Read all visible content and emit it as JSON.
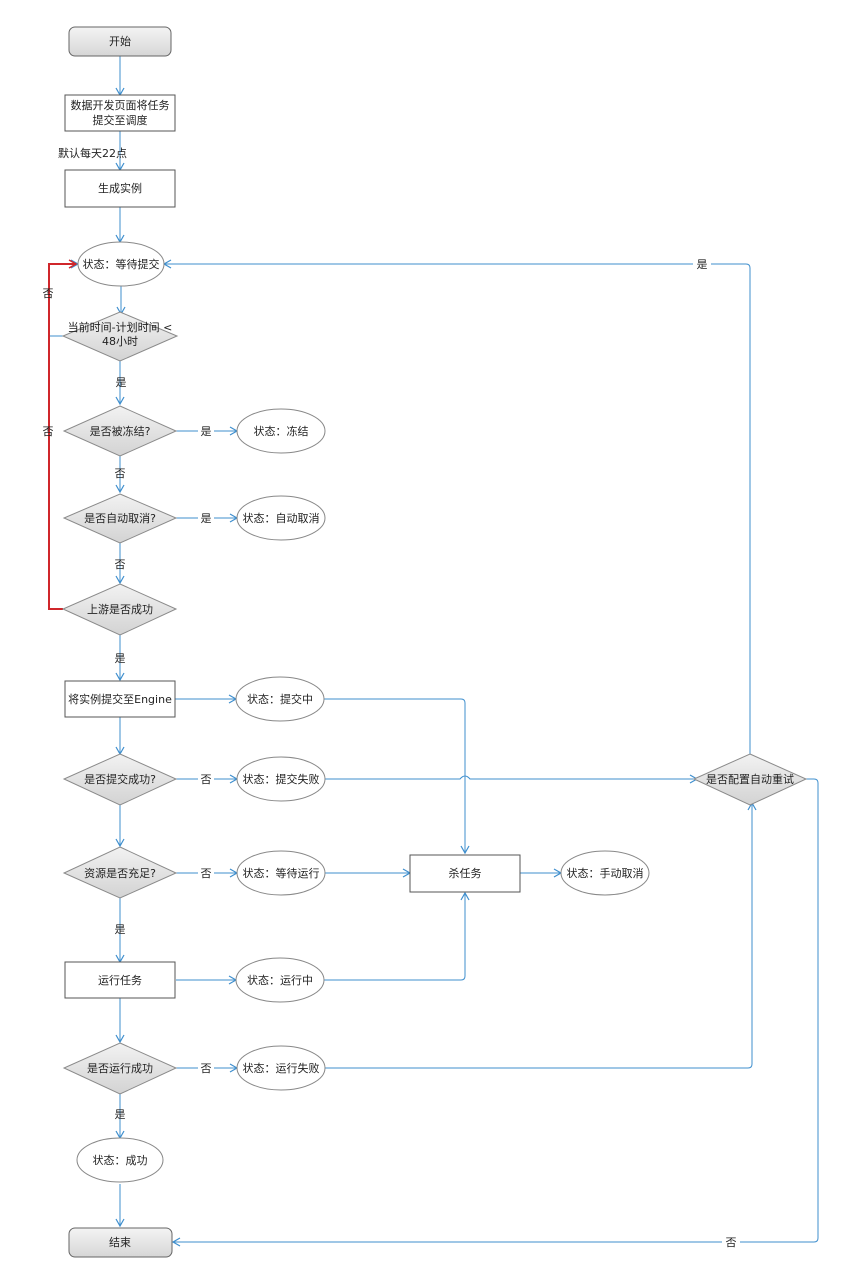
{
  "nodes": {
    "start": "开始",
    "submit_1": "数据开发页面将任务",
    "submit_2": "提交至调度",
    "generate": "生成实例",
    "wait_submit": "状态：等待提交",
    "time_check_1": "当前时间-计划时间 <",
    "time_check_2": "48小时",
    "frozen_q": "是否被冻结?",
    "frozen_state": "状态：冻结",
    "autocancel_q": "是否自动取消?",
    "autocancel_state": "状态：自动取消",
    "upstream_q": "上游是否成功",
    "submit_engine": "将实例提交至Engine",
    "submitting_state": "状态：提交中",
    "submit_ok_q": "是否提交成功?",
    "submit_fail_state": "状态：提交失败",
    "resource_q": "资源是否充足?",
    "wait_run_state": "状态：等待运行",
    "kill_task": "杀任务",
    "manual_cancel_state": "状态：手动取消",
    "run_task": "运行任务",
    "running_state": "状态：运行中",
    "run_ok_q": "是否运行成功",
    "run_fail_state": "状态：运行失败",
    "success_state": "状态：成功",
    "end": "结束",
    "retry_q": "是否配置自动重试"
  },
  "labels": {
    "schedule_note": "默认每天22点",
    "yes": "是",
    "no": "否"
  },
  "colors": {
    "edge": "#3f8fce",
    "loop_edge": "#d0262b"
  }
}
